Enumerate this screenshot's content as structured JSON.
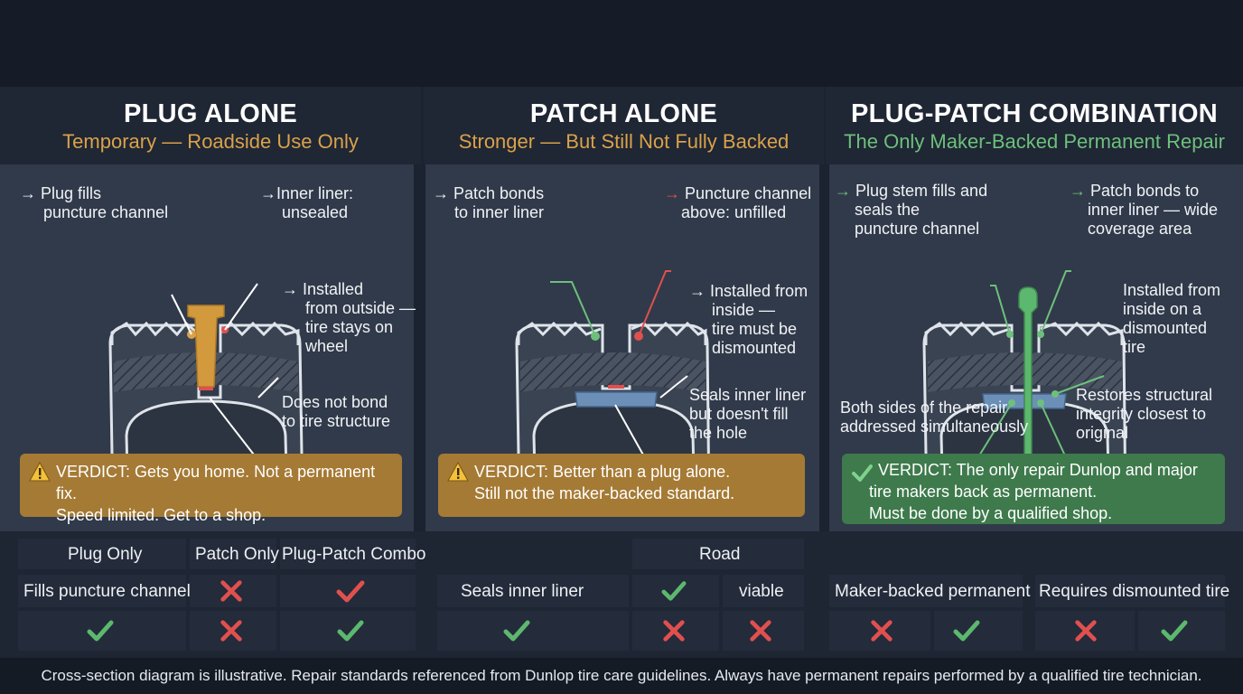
{
  "columns": [
    {
      "title": "PLUG ALONE",
      "subtitle": "Temporary — Roadside Use Only",
      "labels": {
        "l1a": "Plug fills",
        "l1b": "puncture channel",
        "l2a": "Inner liner:",
        "l2b": "unsealed",
        "l3a": "Installed",
        "l3b": "from outside —",
        "l3c": "tire stays on",
        "l3d": "wheel",
        "l4a": "Does not bond",
        "l4b": "to tire structure"
      },
      "verdict_line1": "VERDICT: Gets you home. Not a permanent fix.",
      "verdict_line2": "Speed limited. Get to a shop."
    },
    {
      "title": "PATCH ALONE",
      "subtitle": "Stronger — But Still Not Fully Backed",
      "labels": {
        "l1a": "Patch bonds",
        "l1b": "to inner liner",
        "l2a": "Puncture channel",
        "l2b": "above: unfilled",
        "l3a": "Installed from",
        "l3b": "inside —",
        "l3c": "tire must be",
        "l3d": "dismounted",
        "l4a": "Seals inner liner",
        "l4b": "but doesn't fill",
        "l4c": "the hole"
      },
      "verdict_line1": "VERDICT: Better than a plug alone.",
      "verdict_line2": "Still not the maker-backed standard."
    },
    {
      "title": "PLUG-PATCH COMBINATION",
      "subtitle": "The Only Maker-Backed Permanent Repair",
      "labels": {
        "l1a": "Plug stem fills and",
        "l1b": "seals the",
        "l1c": "puncture channel",
        "l2a": "Patch bonds to",
        "l2b": "inner liner — wide",
        "l2c": "coverage area",
        "l3a": "Installed from",
        "l3b": "inside on a",
        "l3c": "dismounted",
        "l3d": "tire",
        "l4a": "Both sides of the repair",
        "l4b": "addressed simultaneously",
        "l5a": "Restores structural",
        "l5b": "integrity closest to",
        "l5c": "original"
      },
      "verdict_line1": "VERDICT: The only repair Dunlop and major",
      "verdict_line2": "tire makers back as permanent.",
      "verdict_line3": "Must be done by a qualified shop."
    }
  ],
  "table": {
    "h_plug_only": "Plug Only",
    "h_patch_only": "Patch Only",
    "h_combo": "Plug-Patch Combo",
    "h_road": "Road",
    "r_fills": "Fills puncture channel",
    "r_seals": "Seals inner liner",
    "r_viable": "viable",
    "r_maker": "Maker-backed permanent",
    "r_dismount": "Requires dismounted tire"
  },
  "colors": {
    "check": "#5cb86e",
    "cross": "#e0504f",
    "orange": "#d9a24a",
    "green": "#6dc07c",
    "verdict_orange": "#a57a35",
    "verdict_green": "#3e7a4c"
  },
  "footer": "Cross-section diagram is illustrative. Repair standards referenced from Dunlop tire care guidelines. Always have permanent repairs performed by a qualified tire technician."
}
